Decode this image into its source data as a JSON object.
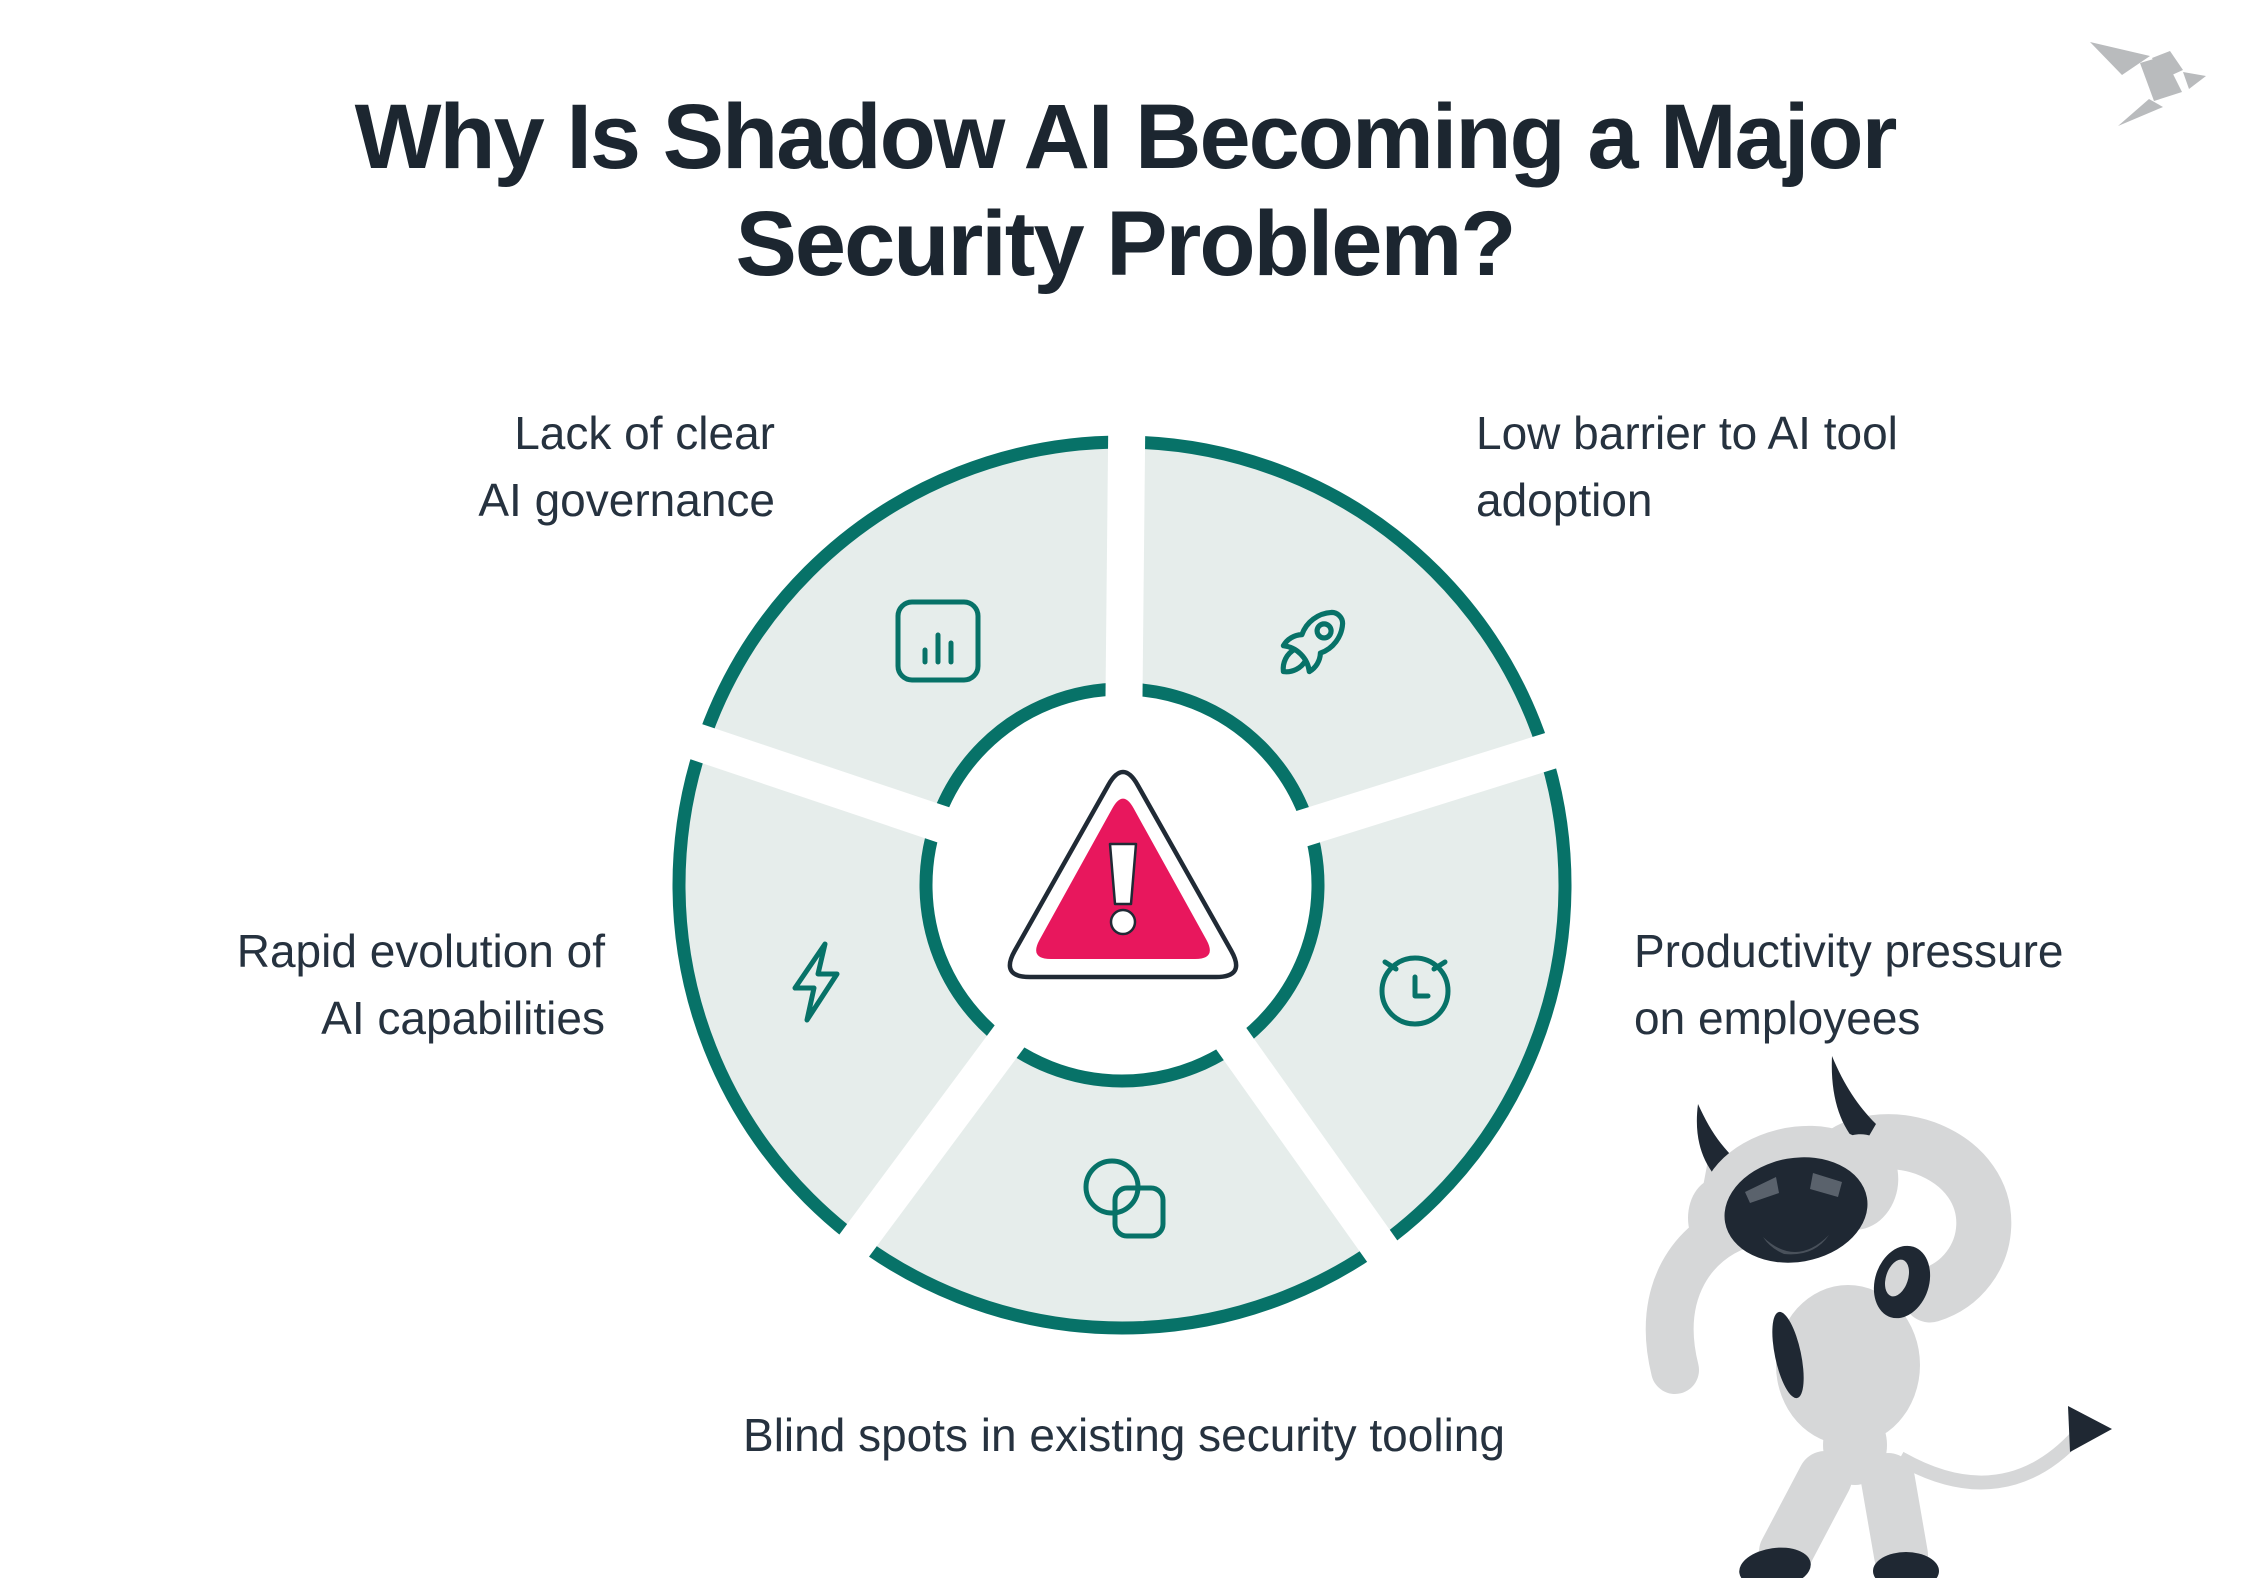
{
  "title": {
    "line1": "Why Is Shadow AI Becoming a Major",
    "line2": "Security Problem?"
  },
  "brand": {
    "logo": "origami-bird-logo",
    "logo_color": "#B9BBBD"
  },
  "diagram": {
    "type": "radial-5-segment-donut",
    "colors": {
      "ring_teal": "#077268",
      "segment_fill": "#E6EDEB",
      "alert_pink": "#E8175D",
      "outline_dark": "#202A35",
      "label_text": "#26323F",
      "title_text": "#1C2630"
    },
    "center": {
      "icon": "warning-triangle-icon"
    },
    "segments": [
      {
        "position": "top-left",
        "icon": "bar-chart-icon",
        "label": [
          "Lack of clear",
          "AI governance"
        ]
      },
      {
        "position": "top-right",
        "icon": "rocket-icon",
        "label": [
          "Low barrier to AI tool",
          "adoption"
        ]
      },
      {
        "position": "left",
        "icon": "lightning-bolt-icon",
        "label": [
          "Rapid evolution of",
          "AI capabilities"
        ]
      },
      {
        "position": "right",
        "icon": "alarm-clock-icon",
        "label": [
          "Productivity pressure",
          "on employees"
        ]
      },
      {
        "position": "bottom",
        "icon": "overlapping-shapes-icon",
        "label": [
          "Blind spots in existing security tooling"
        ]
      }
    ]
  },
  "mascot": {
    "name": "devil-robot-mascot",
    "body_color": "#D6D7D8",
    "dark_color": "#1F2833"
  }
}
